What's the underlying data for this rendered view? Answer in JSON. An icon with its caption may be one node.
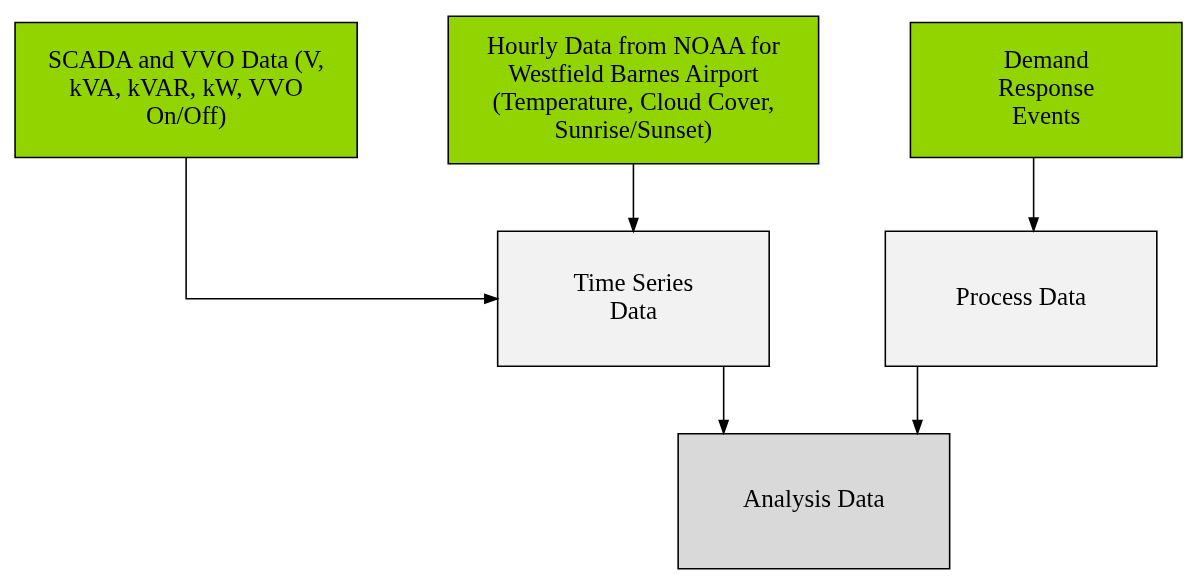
{
  "diagram": {
    "nodes": [
      {
        "text": [
          "SCADA and VVO Data (V, kVA, kVAR, kW, VVO On/Off)"
        ]
      },
      {
        "text": [
          "Hourly Data from NOAA for Westfield Barnes Airport (Temperature, Cloud Cover, Sunrise/Sunset)"
        ]
      },
      {
        "text": [
          "Time Series Data"
        ]
      },
      {
        "text": [
          "Demand Response Events"
        ]
      },
      {
        "text": [
          "Process Data"
        ]
      },
      {
        "text": [
          "Analysis Data"
        ]
      }
    ],
    "edges": [
      {
        "from": 0,
        "to": 2,
        "arrow": "to"
      },
      {
        "from": 1,
        "to": 2,
        "arrow": "to"
      },
      {
        "from": 3,
        "to": 4,
        "arrow": "to"
      },
      {
        "from": 2,
        "to": 5,
        "arrow": "to"
      },
      {
        "from": 4,
        "to": 5,
        "arrow": "to"
      }
    ]
  }
}
